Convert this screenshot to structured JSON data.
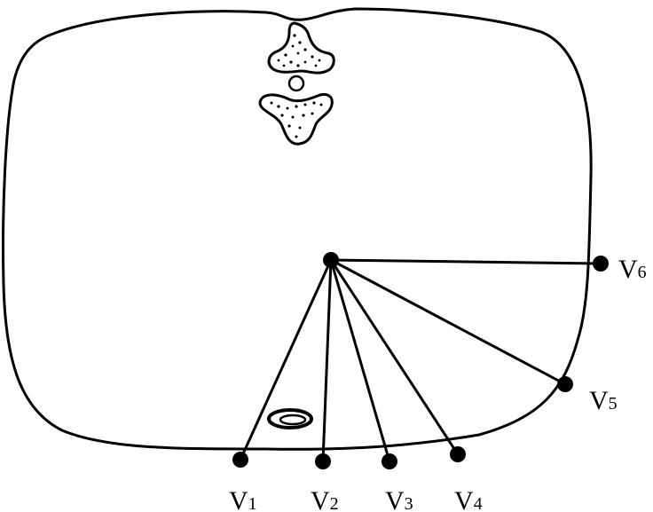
{
  "diagram": {
    "colors": {
      "ink": "#000000",
      "paper": "#ffffff"
    },
    "leads": [
      {
        "letter": "V",
        "number": "1"
      },
      {
        "letter": "V",
        "number": "2"
      },
      {
        "letter": "V",
        "number": "3"
      },
      {
        "letter": "V",
        "number": "4"
      },
      {
        "letter": "V",
        "number": "5"
      },
      {
        "letter": "V",
        "number": "6"
      }
    ]
  }
}
